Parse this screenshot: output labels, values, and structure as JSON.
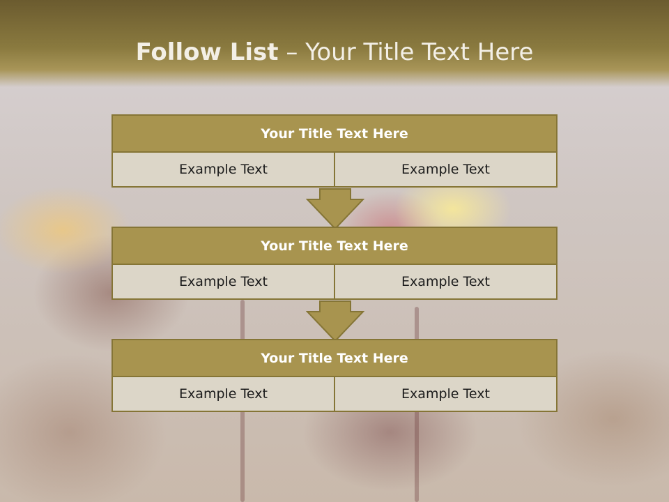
{
  "slide": {
    "title_bold": "Follow List",
    "title_rest": " – Your Title Text Here"
  },
  "blocks": [
    {
      "title": "Your Title Text Here",
      "left": "Example Text",
      "right": "Example Text"
    },
    {
      "title": "Your Title Text Here",
      "left": "Example Text",
      "right": "Example Text"
    },
    {
      "title": "Your Title Text Here",
      "left": "Example Text",
      "right": "Example Text"
    }
  ],
  "colors": {
    "header": "#8a7a3f",
    "title_bar": "#a8944f",
    "cell": "#dcd6c8",
    "border": "#857536",
    "arrow": "#a8944f"
  },
  "icons": [
    "down-arrow-icon",
    "down-arrow-icon"
  ]
}
